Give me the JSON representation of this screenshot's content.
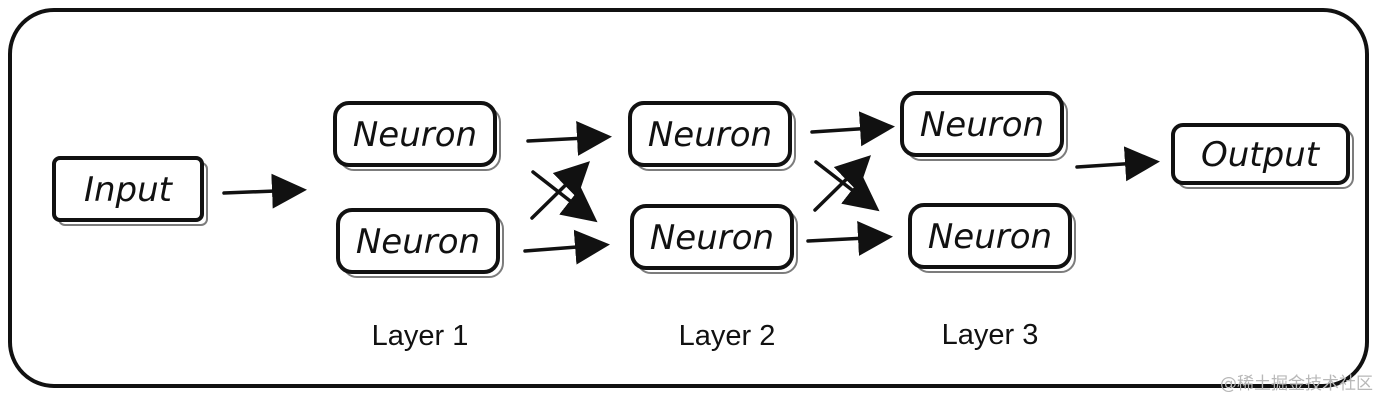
{
  "diagram": {
    "nodes": {
      "input": "Input",
      "l1_top": "Neuron",
      "l1_bottom": "Neuron",
      "l2_top": "Neuron",
      "l2_bottom": "Neuron",
      "l3_top": "Neuron",
      "l3_bottom": "Neuron",
      "output": "Output"
    },
    "layer_labels": {
      "layer1": "Layer 1",
      "layer2": "Layer 2",
      "layer3": "Layer 3"
    },
    "watermark": "@稀土掘金技术社区"
  }
}
